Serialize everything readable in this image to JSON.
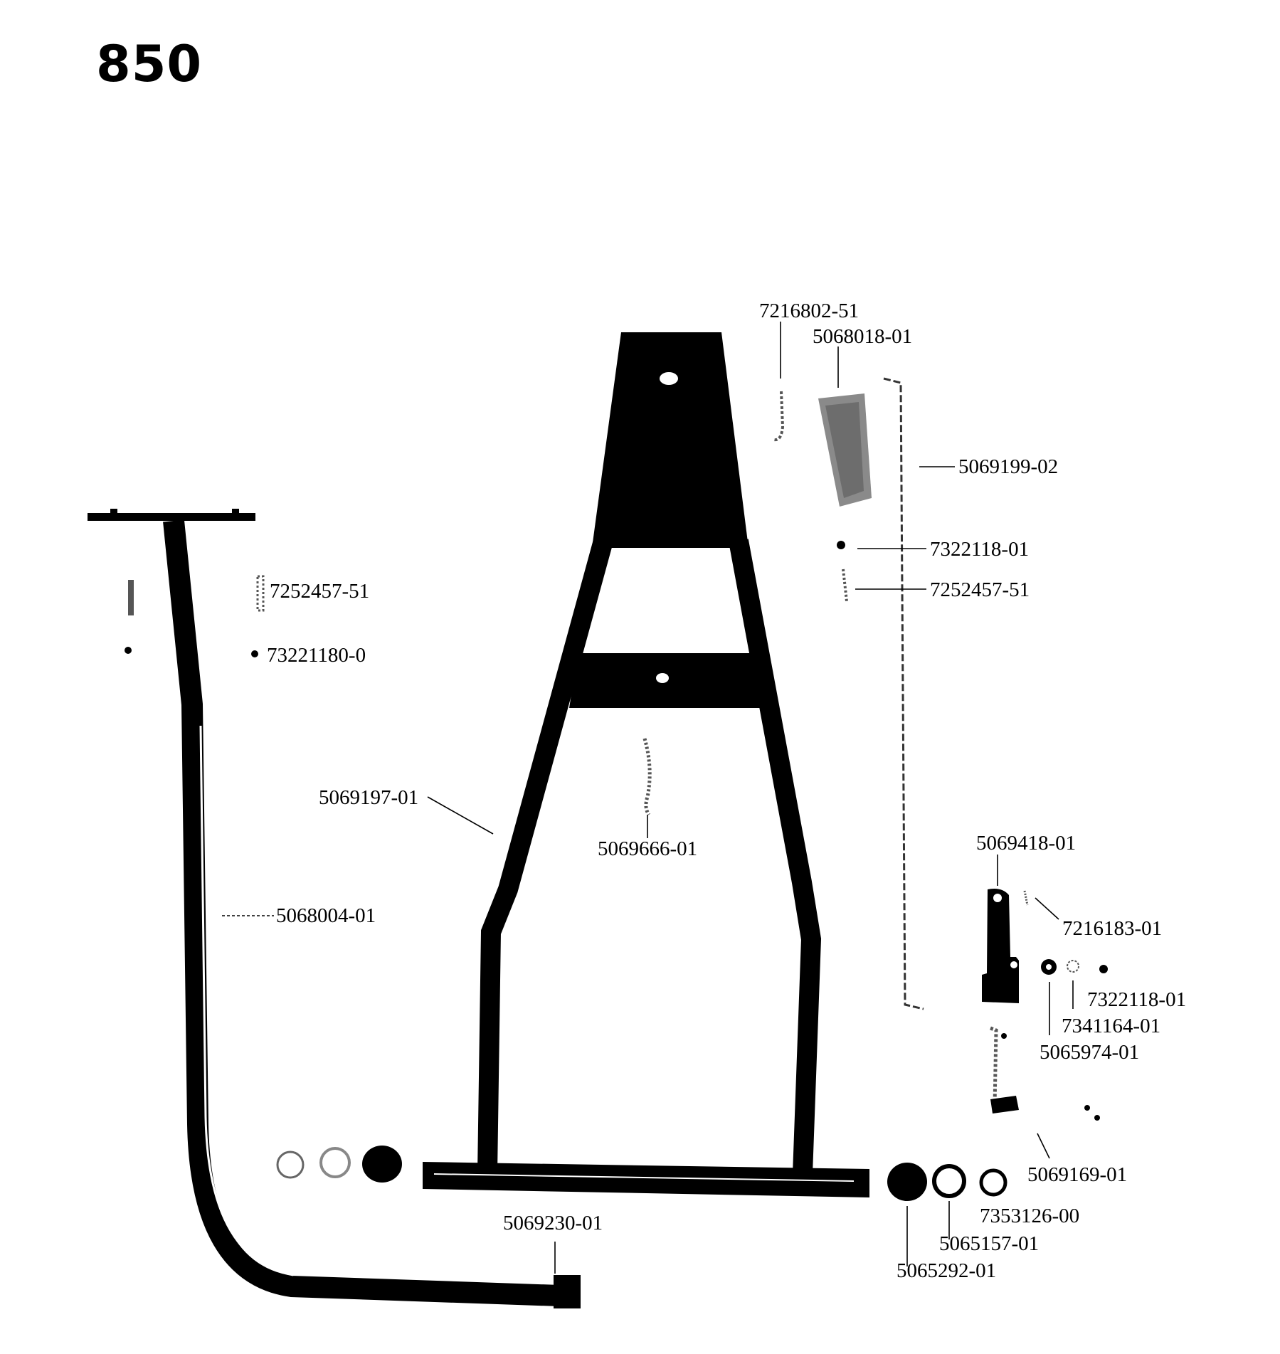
{
  "page": {
    "number": "850"
  },
  "labels": {
    "p7216802_51": "7216802-51",
    "p5068018_01": "5068018-01",
    "p5069199_02": "5069199-02",
    "p7322118_01_top": "7322118-01",
    "p7252457_51_right": "7252457-51",
    "p7252457_51_left": "7252457-51",
    "p73221180_0": "73221180-0",
    "p5069197_01": "5069197-01",
    "p5069666_01": "5069666-01",
    "p5068004_01": "5068004-01",
    "p5069418_01": "5069418-01",
    "p7216183_01": "7216183-01",
    "p7322118_01_bottom": "7322118-01",
    "p7341164_01": "7341164-01",
    "p5065974_01": "5065974-01",
    "p5069169_01": "5069169-01",
    "p7353126_00": "7353126-00",
    "p5069230_01": "5069230-01",
    "p5065157_01": "5065157-01",
    "p5065292_01": "5065292-01"
  }
}
